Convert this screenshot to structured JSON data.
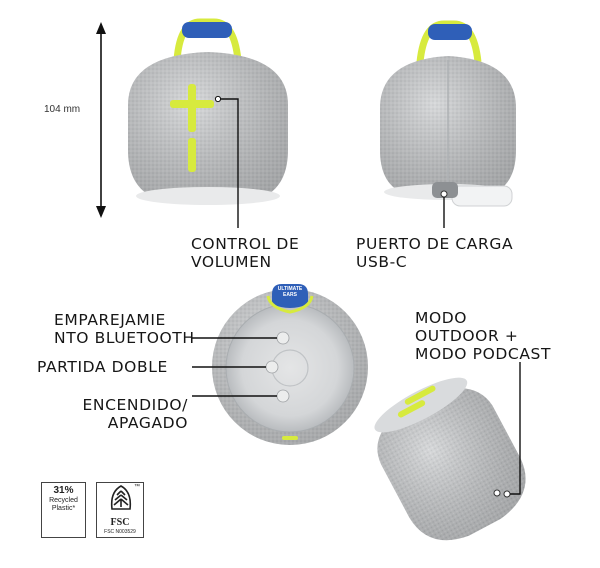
{
  "dimension": {
    "height_label": "104 mm"
  },
  "callouts": {
    "volume_control": {
      "line1": "CONTROL DE",
      "line2": "VOLUMEN"
    },
    "charging_port": {
      "line1": "PUERTO DE CARGA",
      "line2": "USB-C"
    },
    "bluetooth_pairing": {
      "line1": "EMPAREJAMIE",
      "line2": "NTO BLUETOOTH"
    },
    "double_up": {
      "line1": "PARTIDA DOBLE"
    },
    "power": {
      "line1": "ENCENDIDO/",
      "line2": "APAGADO"
    },
    "outdoor_mode": {
      "line1": "MODO",
      "line2": "OUTDOOR +",
      "line3": "MODO PODCAST"
    }
  },
  "badges": {
    "recycled": {
      "percent": "31%",
      "line1": "Recycled",
      "line2": "Plastic*",
      "icon": "recycle-link-icon"
    },
    "fsc": {
      "text": "FSC",
      "tm": "™",
      "code": "FSC N003529",
      "icon": "fsc-tree-icon"
    }
  },
  "tag_text": {
    "line1": "ULTIMATE",
    "line2": "EARS"
  },
  "colors": {
    "body_gray": "#c9cbcd",
    "accent_lime": "#d7ea3e",
    "strap_blue": "#2f5fb8",
    "line": "#111111"
  }
}
